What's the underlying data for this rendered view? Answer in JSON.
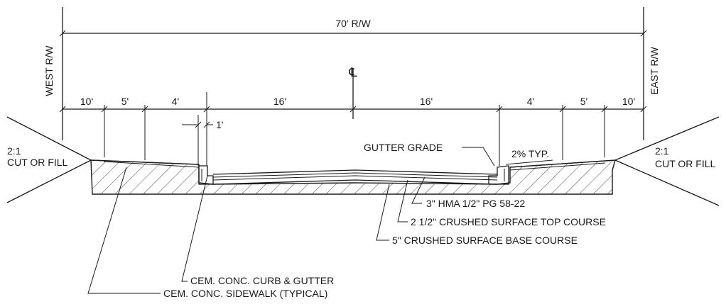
{
  "overall": {
    "row_label": "70' R/W"
  },
  "sides": {
    "west": "WEST R/W",
    "east": "EAST R/W"
  },
  "centerline_symbol": "℄",
  "dimensions": {
    "left": [
      "10'",
      "5'",
      "4'"
    ],
    "lanes": [
      "16'",
      "16'"
    ],
    "right": [
      "4'",
      "5'",
      "10'"
    ],
    "curb_width": "1'"
  },
  "slopes": {
    "left": [
      "2:1",
      "CUT OR FILL"
    ],
    "right": [
      "2:1",
      "CUT OR FILL"
    ],
    "cross_slope": "2% TYP."
  },
  "callouts": {
    "gutter_grade": "GUTTER GRADE",
    "hma": "3\" HMA 1/2\" PG 58-22",
    "top_course": "2 1/2\" CRUSHED SURFACE TOP COURSE",
    "base_course": "5\" CRUSHED SURFACE BASE COURSE",
    "curb_gutter": "CEM. CONC. CURB & GUTTER",
    "sidewalk": "CEM. CONC. SIDEWALK (TYPICAL)"
  },
  "colors": {
    "ink": "#1a1a1a",
    "background": "#ffffff"
  }
}
